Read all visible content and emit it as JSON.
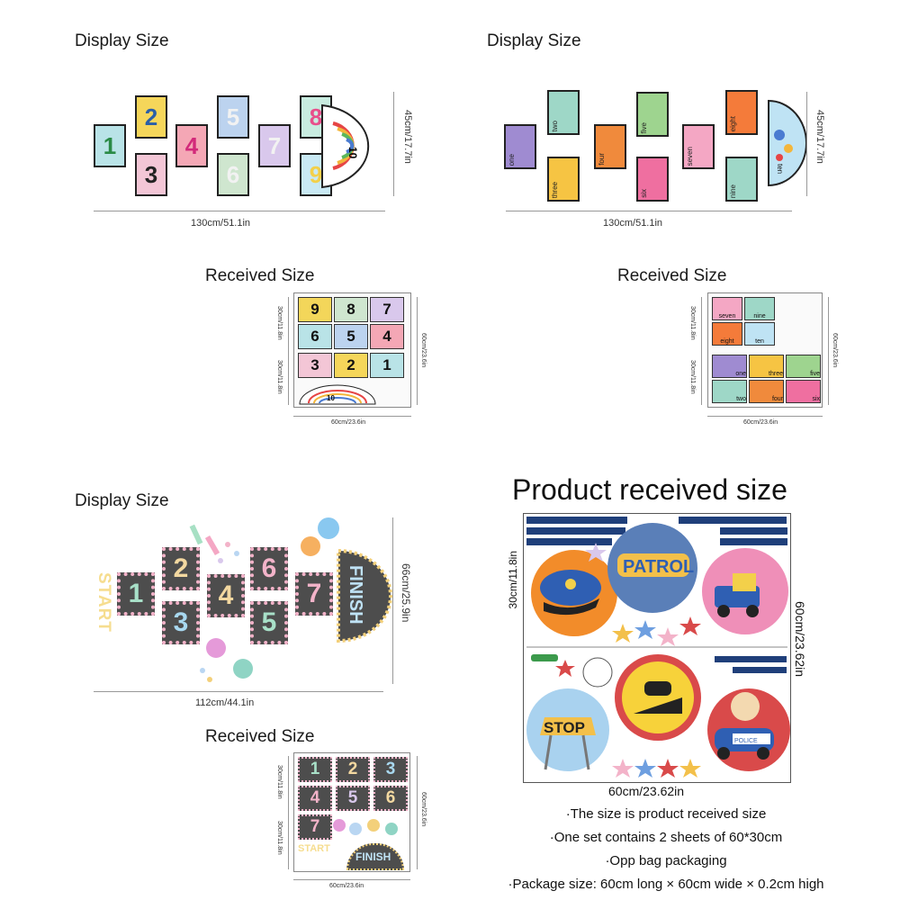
{
  "panel_tl": {
    "heading": "Display Size",
    "width_dim": "130cm/51.1in",
    "height_dim": "45cm/17.7in",
    "tiles": [
      {
        "label": "1",
        "color": "#b9e3e7",
        "text_color": "#2a8a46"
      },
      {
        "label": "2",
        "color": "#f5d65a",
        "text_color": "#2a5fa8"
      },
      {
        "label": "3",
        "color": "#f3c6d6",
        "text_color": "#222222"
      },
      {
        "label": "4",
        "color": "#f4a7b5",
        "text_color": "#d22a7a"
      },
      {
        "label": "5",
        "color": "#bcd3ef",
        "text_color": "#f2f2f2"
      },
      {
        "label": "6",
        "color": "#cfe6cf",
        "text_color": "#f2f2f2"
      },
      {
        "label": "7",
        "color": "#d9c8ec",
        "text_color": "#f2f2f2"
      },
      {
        "label": "8",
        "color": "#c8ece0",
        "text_color": "#e84f8b"
      },
      {
        "label": "9",
        "color": "#c9e9f4",
        "text_color": "#f3d04a"
      }
    ],
    "arc_label": "10",
    "received_heading": "Received Size",
    "received_width": "60cm/23.6in",
    "received_height": "60cm/23.6in",
    "received_half": "30cm/11.8in",
    "received_rows": [
      [
        "9",
        "8",
        "7"
      ],
      [
        "6",
        "5",
        "4"
      ],
      [
        "3",
        "2",
        "1"
      ]
    ],
    "received_arc": "10"
  },
  "panel_tr": {
    "heading": "Display Size",
    "width_dim": "130cm/51.1in",
    "height_dim": "45cm/17.7in",
    "tiles": [
      {
        "word": "one",
        "color": "#9f8bd1"
      },
      {
        "word": "two",
        "color": "#9ed7c7"
      },
      {
        "word": "three",
        "color": "#f6c443"
      },
      {
        "word": "four",
        "color": "#f08a3c"
      },
      {
        "word": "five",
        "color": "#9ed48f"
      },
      {
        "word": "six",
        "color": "#ef6fa0"
      },
      {
        "word": "seven",
        "color": "#f4a7c4"
      },
      {
        "word": "eight",
        "color": "#f47b3a"
      },
      {
        "word": "nine",
        "color": "#9ed7c7"
      }
    ],
    "arc_label": "ten",
    "received_heading": "Received Size",
    "received_width": "60cm/23.6in",
    "received_height": "60cm/23.6in",
    "received_half": "30cm/11.8in",
    "received_words_top": [
      "seven",
      "nine",
      "eight",
      "ten"
    ],
    "received_words_bottom": [
      "one",
      "three",
      "five",
      "two",
      "four",
      "six"
    ]
  },
  "panel_bl": {
    "heading": "Display Size",
    "width_dim": "112cm/44.1in",
    "height_dim": "66cm/25.9in",
    "start_label": "START",
    "finish_label": "FINISH",
    "squares": [
      "1",
      "2",
      "3",
      "4",
      "6",
      "5",
      "7"
    ],
    "received_heading": "Received Size",
    "received_width": "60cm/23.6in",
    "received_height": "60cm/23.6in",
    "received_half": "30cm/11.8in",
    "received_numbers": [
      "1",
      "2",
      "3",
      "4",
      "5",
      "6",
      "7"
    ],
    "received_start": "START",
    "received_finish": "FINISH"
  },
  "panel_br": {
    "title": "Product received size",
    "height_half": "30cm/11.8in",
    "height_full": "60cm/23.62in",
    "width_dim": "60cm/23.62in",
    "patrol_text": "PATROL",
    "stop_text": "STOP",
    "police_text": "POLICE",
    "captions": [
      "·The size is product received size",
      "·One set contains 2 sheets of 60*30cm",
      "·Opp bag packaging",
      "·Package size: 60cm long × 60cm wide × 0.2cm high"
    ]
  }
}
